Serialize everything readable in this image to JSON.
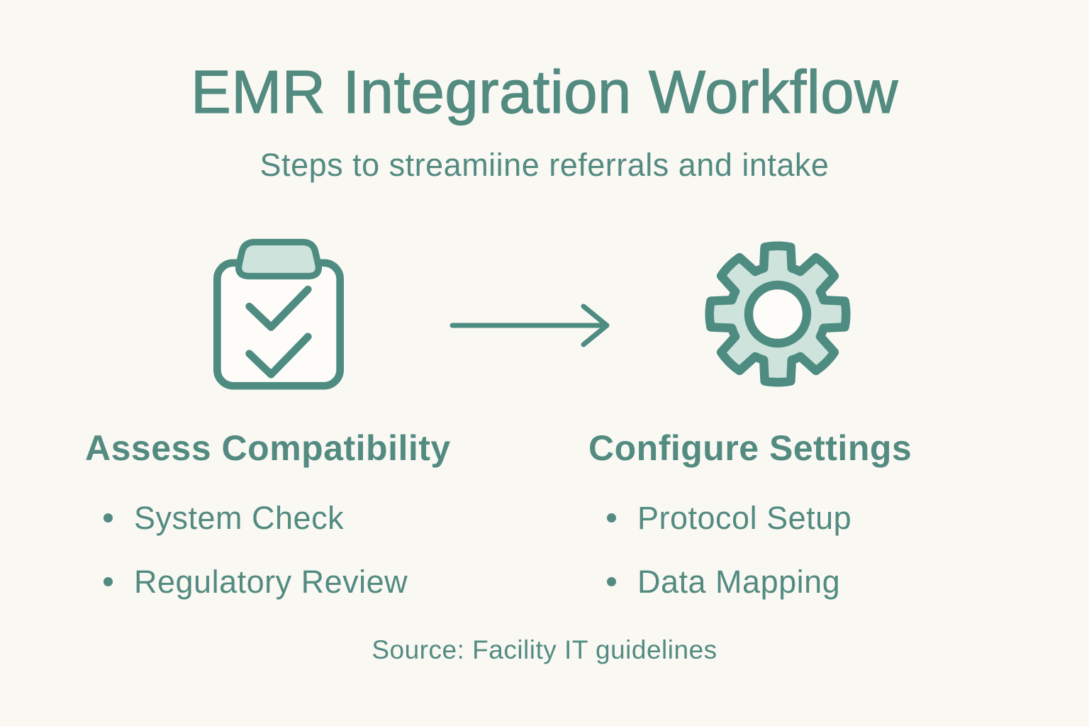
{
  "theme": {
    "background": "#faf8f3",
    "accent": "#538b81",
    "icon_stroke": "#4e8c82",
    "icon_fill": "#cde3db",
    "icon_inner_fill": "#fdfcf9"
  },
  "header": {
    "title": "EMR Integration Workflow",
    "subtitle": "Steps to streamiine referrals and intake"
  },
  "steps": [
    {
      "icon": "clipboard-check-icon",
      "heading": "Assess Compatibility",
      "bullets": [
        "System Check",
        "Regulatory Review"
      ]
    },
    {
      "icon": "gear-icon",
      "heading": "Configure Settings",
      "bullets": [
        "Protocol Setup",
        "Data Mapping"
      ]
    }
  ],
  "connector": {
    "icon": "arrow-right-icon"
  },
  "footer": {
    "source": "Source: Facility IT guidelines"
  }
}
